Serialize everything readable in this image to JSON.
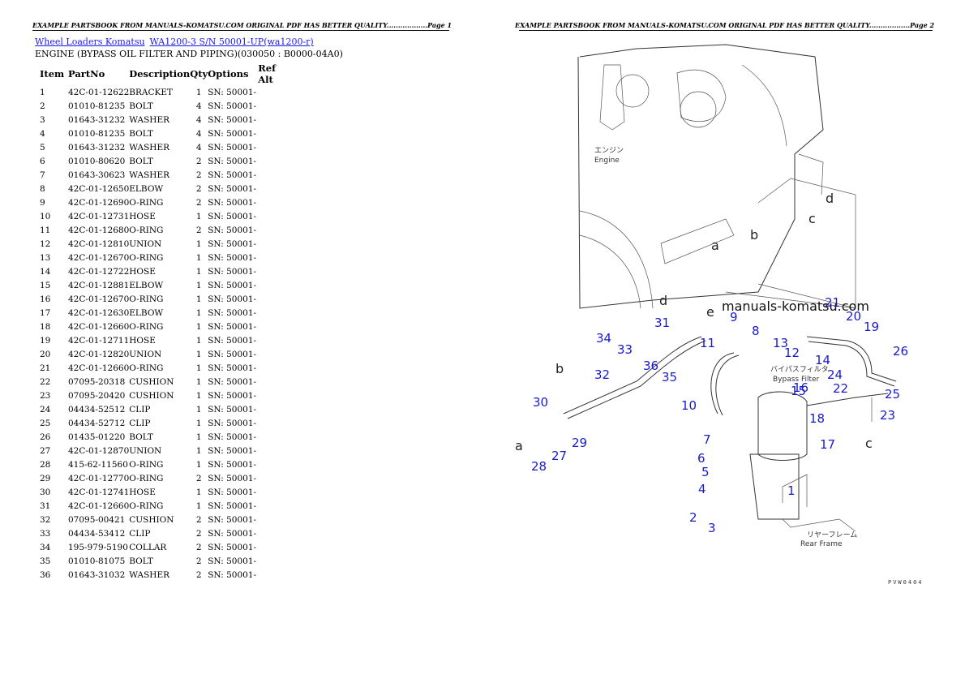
{
  "banner": {
    "left": "EXAMPLE PARTSBOOK FROM MANUALS-KOMATSU.COM ORIGINAL PDF HAS BETTER QUALITY..................Page 1",
    "right": "EXAMPLE PARTSBOOK FROM MANUALS-KOMATSU.COM ORIGINAL PDF HAS BETTER QUALITY..................Page 2"
  },
  "breadcrumb": {
    "link1": "Wheel Loaders Komatsu",
    "link2": "WA1200-3 S/N 50001-UP(wa1200-r)"
  },
  "subtitle": "ENGINE (BYPASS OIL FILTER AND PIPING)(030050 : B0000-04A0)",
  "table": {
    "headers": [
      "Item",
      "PartNo",
      "Description",
      "Qty",
      "Options",
      "Ref Alt"
    ],
    "rows": [
      [
        "1",
        "42C-01-12622",
        "BRACKET",
        "1",
        "SN: 50001-",
        ""
      ],
      [
        "2",
        "01010-81235",
        "BOLT",
        "4",
        "SN: 50001-",
        ""
      ],
      [
        "3",
        "01643-31232",
        "WASHER",
        "4",
        "SN: 50001-",
        ""
      ],
      [
        "4",
        "01010-81235",
        "BOLT",
        "4",
        "SN: 50001-",
        ""
      ],
      [
        "5",
        "01643-31232",
        "WASHER",
        "4",
        "SN: 50001-",
        ""
      ],
      [
        "6",
        "01010-80620",
        "BOLT",
        "2",
        "SN: 50001-",
        ""
      ],
      [
        "7",
        "01643-30623",
        "WASHER",
        "2",
        "SN: 50001-",
        ""
      ],
      [
        "8",
        "42C-01-12650",
        "ELBOW",
        "2",
        "SN: 50001-",
        ""
      ],
      [
        "9",
        "42C-01-12690",
        "O-RING",
        "2",
        "SN: 50001-",
        ""
      ],
      [
        "10",
        "42C-01-12731",
        "HOSE",
        "1",
        "SN: 50001-",
        ""
      ],
      [
        "11",
        "42C-01-12680",
        "O-RING",
        "2",
        "SN: 50001-",
        ""
      ],
      [
        "12",
        "42C-01-12810",
        "UNION",
        "1",
        "SN: 50001-",
        ""
      ],
      [
        "13",
        "42C-01-12670",
        "O-RING",
        "1",
        "SN: 50001-",
        ""
      ],
      [
        "14",
        "42C-01-12722",
        "HOSE",
        "1",
        "SN: 50001-",
        ""
      ],
      [
        "15",
        "42C-01-12881",
        "ELBOW",
        "1",
        "SN: 50001-",
        ""
      ],
      [
        "16",
        "42C-01-12670",
        "O-RING",
        "1",
        "SN: 50001-",
        ""
      ],
      [
        "17",
        "42C-01-12630",
        "ELBOW",
        "1",
        "SN: 50001-",
        ""
      ],
      [
        "18",
        "42C-01-12660",
        "O-RING",
        "1",
        "SN: 50001-",
        ""
      ],
      [
        "19",
        "42C-01-12711",
        "HOSE",
        "1",
        "SN: 50001-",
        ""
      ],
      [
        "20",
        "42C-01-12820",
        "UNION",
        "1",
        "SN: 50001-",
        ""
      ],
      [
        "21",
        "42C-01-12660",
        "O-RING",
        "1",
        "SN: 50001-",
        ""
      ],
      [
        "22",
        "07095-20318",
        "CUSHION",
        "1",
        "SN: 50001-",
        ""
      ],
      [
        "23",
        "07095-20420",
        "CUSHION",
        "1",
        "SN: 50001-",
        ""
      ],
      [
        "24",
        "04434-52512",
        "CLIP",
        "1",
        "SN: 50001-",
        ""
      ],
      [
        "25",
        "04434-52712",
        "CLIP",
        "1",
        "SN: 50001-",
        ""
      ],
      [
        "26",
        "01435-01220",
        "BOLT",
        "1",
        "SN: 50001-",
        ""
      ],
      [
        "27",
        "42C-01-12870",
        "UNION",
        "1",
        "SN: 50001-",
        ""
      ],
      [
        "28",
        "415-62-11560",
        "O-RING",
        "1",
        "SN: 50001-",
        ""
      ],
      [
        "29",
        "42C-01-12770",
        "O-RING",
        "2",
        "SN: 50001-",
        ""
      ],
      [
        "30",
        "42C-01-12741",
        "HOSE",
        "1",
        "SN: 50001-",
        ""
      ],
      [
        "31",
        "42C-01-12660",
        "O-RING",
        "1",
        "SN: 50001-",
        ""
      ],
      [
        "32",
        "07095-00421",
        "CUSHION",
        "2",
        "SN: 50001-",
        ""
      ],
      [
        "33",
        "04434-53412",
        "CLIP",
        "2",
        "SN: 50001-",
        ""
      ],
      [
        "34",
        "195-979-5190",
        "COLLAR",
        "2",
        "SN: 50001-",
        ""
      ],
      [
        "35",
        "01010-81075",
        "BOLT",
        "2",
        "SN: 50001-",
        ""
      ],
      [
        "36",
        "01643-31032",
        "WASHER",
        "2",
        "SN: 50001-",
        ""
      ]
    ]
  },
  "diagram": {
    "watermark": "manuals-komatsu.com",
    "engine_jp": "エンジン",
    "engine_en": "Engine",
    "filter_jp": "バイパスフィルタ",
    "filter_en": "Bypass Filter",
    "frame_jp": "リヤーフレーム",
    "frame_en": "Rear Frame",
    "code": "PVW0404",
    "callouts": [
      "1",
      "2",
      "3",
      "4",
      "5",
      "6",
      "7",
      "8",
      "9",
      "10",
      "11",
      "12",
      "13",
      "14",
      "15",
      "16",
      "17",
      "18",
      "19",
      "20",
      "21",
      "22",
      "23",
      "24",
      "25",
      "26",
      "27",
      "28",
      "29",
      "30",
      "31",
      "32",
      "33",
      "34",
      "35",
      "36"
    ],
    "letters": [
      "a",
      "b",
      "c",
      "d",
      "e"
    ]
  }
}
